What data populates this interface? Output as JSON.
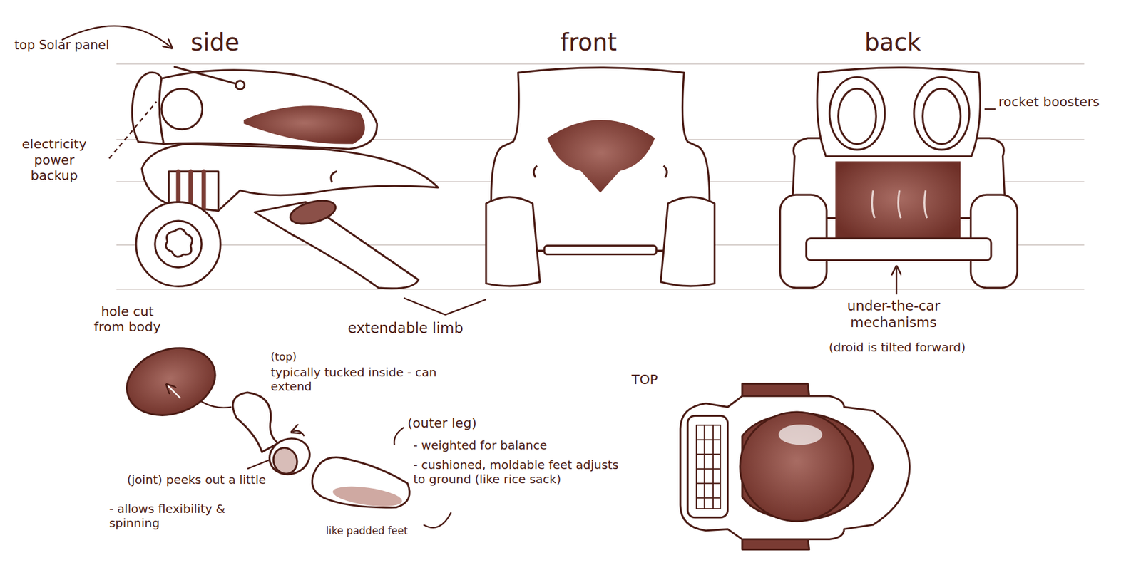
{
  "diagram": {
    "labels": [
      "top Solar panel",
      "side",
      "front",
      "back",
      "electricity power backup",
      "rocket boosters",
      "extendable limb",
      "under-the-car mechanisms",
      "(droid is tilted forward)",
      "hole cut from body",
      "(top)",
      "typically tucked inside - can extend",
      "(outer leg)",
      "- weighted for balance",
      "- cushioned, moldable feet adjusts to ground (like rice sack)",
      "(joint) peeks out a little",
      "- allows flexibility & spinning",
      "like padded feet",
      "TOP"
    ]
  }
}
